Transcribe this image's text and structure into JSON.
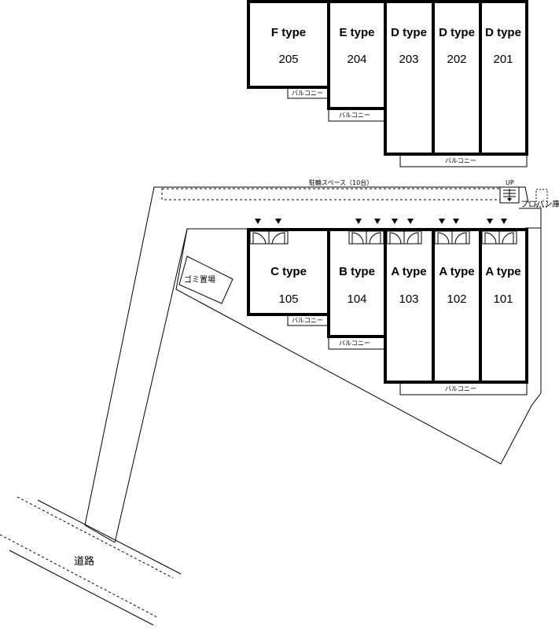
{
  "upper_units": [
    {
      "type": "F type",
      "number": "205"
    },
    {
      "type": "E type",
      "number": "204"
    },
    {
      "type": "D type",
      "number": "203"
    },
    {
      "type": "D type",
      "number": "202"
    },
    {
      "type": "D type",
      "number": "201"
    }
  ],
  "lower_units": [
    {
      "type": "C type",
      "number": "105"
    },
    {
      "type": "B type",
      "number": "104"
    },
    {
      "type": "A type",
      "number": "103"
    },
    {
      "type": "A type",
      "number": "102"
    },
    {
      "type": "A type",
      "number": "101"
    }
  ],
  "balcony_label": "バルコニー",
  "bicycle_space": "駐輪スペース（10台）",
  "garbage_area": "ゴミ置場",
  "propane_storage": "プロパン庫",
  "stairs_label": "UP",
  "road_label": "道路"
}
